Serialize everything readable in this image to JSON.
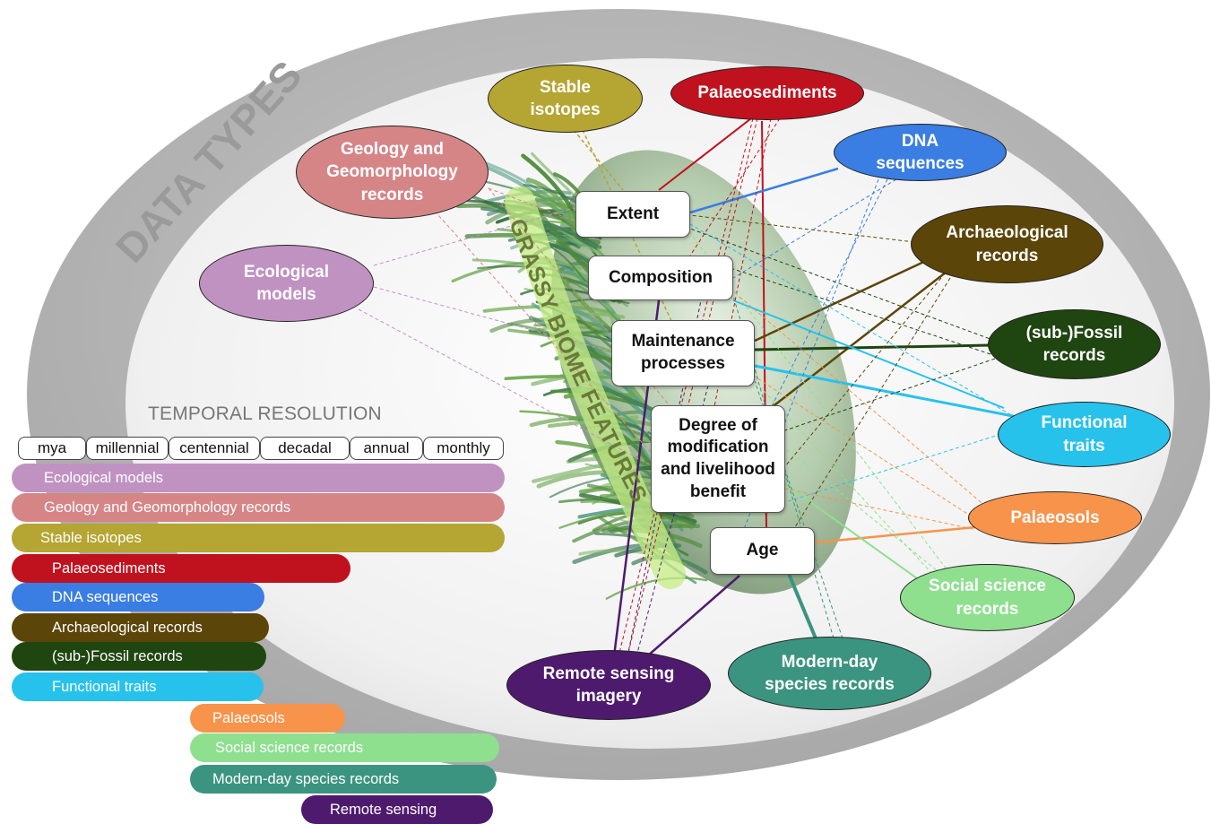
{
  "outer_label": "DATA TYPES",
  "center_label": "GRASSY BIOME FEATURES",
  "features": {
    "extent": "Extent",
    "composition": "Composition",
    "maintenance_1": "Maintenance",
    "maintenance_2": "processes",
    "degree_1": "Degree of",
    "degree_2": "modification",
    "degree_3": "and livelihood",
    "degree_4": "benefit",
    "age": "Age"
  },
  "data_types": {
    "stable_isotopes": {
      "line1": "Stable",
      "line2": "isotopes",
      "color": "#b5a532"
    },
    "palaeosediments": {
      "line1": "Palaeosediments",
      "color": "#c0121e"
    },
    "dna": {
      "line1": "DNA",
      "line2": "sequences",
      "color": "#3a7de3"
    },
    "geology": {
      "line1": "Geology and",
      "line2": "Geomorphology",
      "line3": "records",
      "color": "#d68587"
    },
    "archaeological": {
      "line1": "Archaeological",
      "line2": "records",
      "color": "#5c4508"
    },
    "ecological_models": {
      "line1": "Ecological",
      "line2": "models",
      "color": "#c092c2"
    },
    "fossil": {
      "line1": "(sub-)Fossil",
      "line2": "records",
      "color": "#1f4510"
    },
    "functional_traits": {
      "line1": "Functional",
      "line2": "traits",
      "color": "#27c2ec"
    },
    "palaeosols": {
      "line1": "Palaeosols",
      "color": "#f7934a"
    },
    "social_science": {
      "line1": "Social science",
      "line2": "records",
      "color": "#8ee08f"
    },
    "modern_species": {
      "line1": "Modern-day",
      "line2": "species records",
      "color": "#3b9480"
    },
    "remote_sensing": {
      "line1": "Remote sensing",
      "line2": "imagery",
      "color": "#4e1a6e"
    }
  },
  "temporal": {
    "title": "TEMPORAL RESOLUTION",
    "scale": [
      "mya",
      "millennial",
      "centennial",
      "decadal",
      "annual",
      "monthly"
    ],
    "bars": [
      {
        "label": "Ecological models",
        "color": "#c092c2"
      },
      {
        "label": "Geology and Geomorphology records",
        "color": "#d68587"
      },
      {
        "label": "Stable isotopes",
        "color": "#b5a532"
      },
      {
        "label": "Palaeosediments",
        "color": "#c0121e"
      },
      {
        "label": "DNA sequences",
        "color": "#3a7de3"
      },
      {
        "label": "Archaeological records",
        "color": "#5c4508"
      },
      {
        "label": "(sub-)Fossil records",
        "color": "#1f4510"
      },
      {
        "label": "Functional traits",
        "color": "#27c2ec"
      },
      {
        "label": "Palaeosols",
        "color": "#f7934a"
      },
      {
        "label": "Social science records",
        "color": "#8ee08f"
      },
      {
        "label": "Modern-day species records",
        "color": "#3b9480"
      },
      {
        "label": "Remote sensing",
        "color": "#4e1a6e"
      }
    ]
  }
}
